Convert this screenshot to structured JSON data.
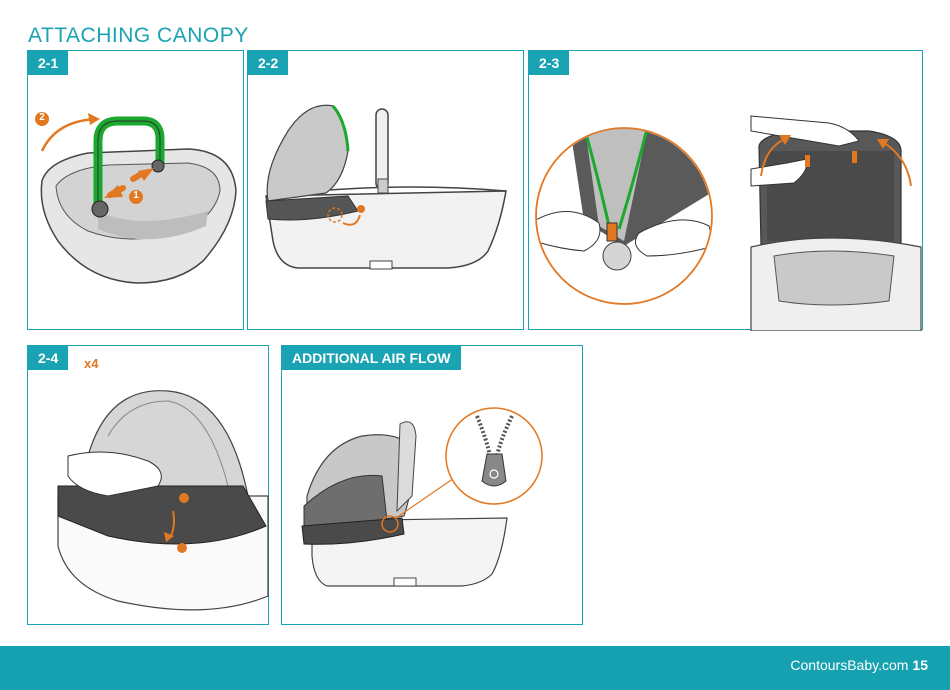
{
  "page": {
    "title": "ATTACHING CANOPY",
    "accent_color": "#1aa3b3",
    "highlight_color": "#e37822",
    "frame_color": "#1aa82f"
  },
  "steps": [
    {
      "label": "2-1",
      "markers": [
        "1",
        "2"
      ]
    },
    {
      "label": "2-2"
    },
    {
      "label": "2-3"
    },
    {
      "label": "2-4",
      "count": "x4"
    },
    {
      "label": "ADDITIONAL AIR FLOW"
    }
  ],
  "footer": {
    "site": "ContoursBaby.com",
    "page_number": "15"
  }
}
